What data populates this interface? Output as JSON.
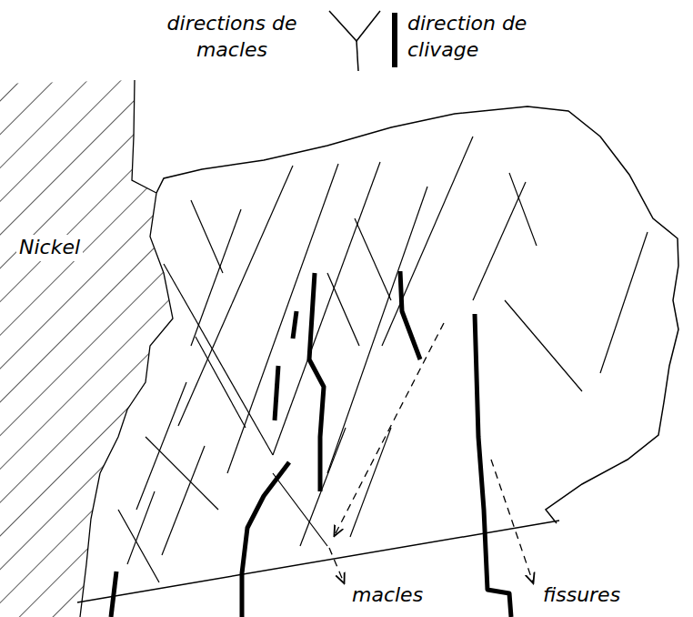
{
  "diagram": {
    "labels": [
      "Nickel",
      "macles",
      "fissures"
    ],
    "legend": [
      {
        "text": "directions de macles"
      },
      {
        "text": "direction de clivage"
      }
    ]
  }
}
